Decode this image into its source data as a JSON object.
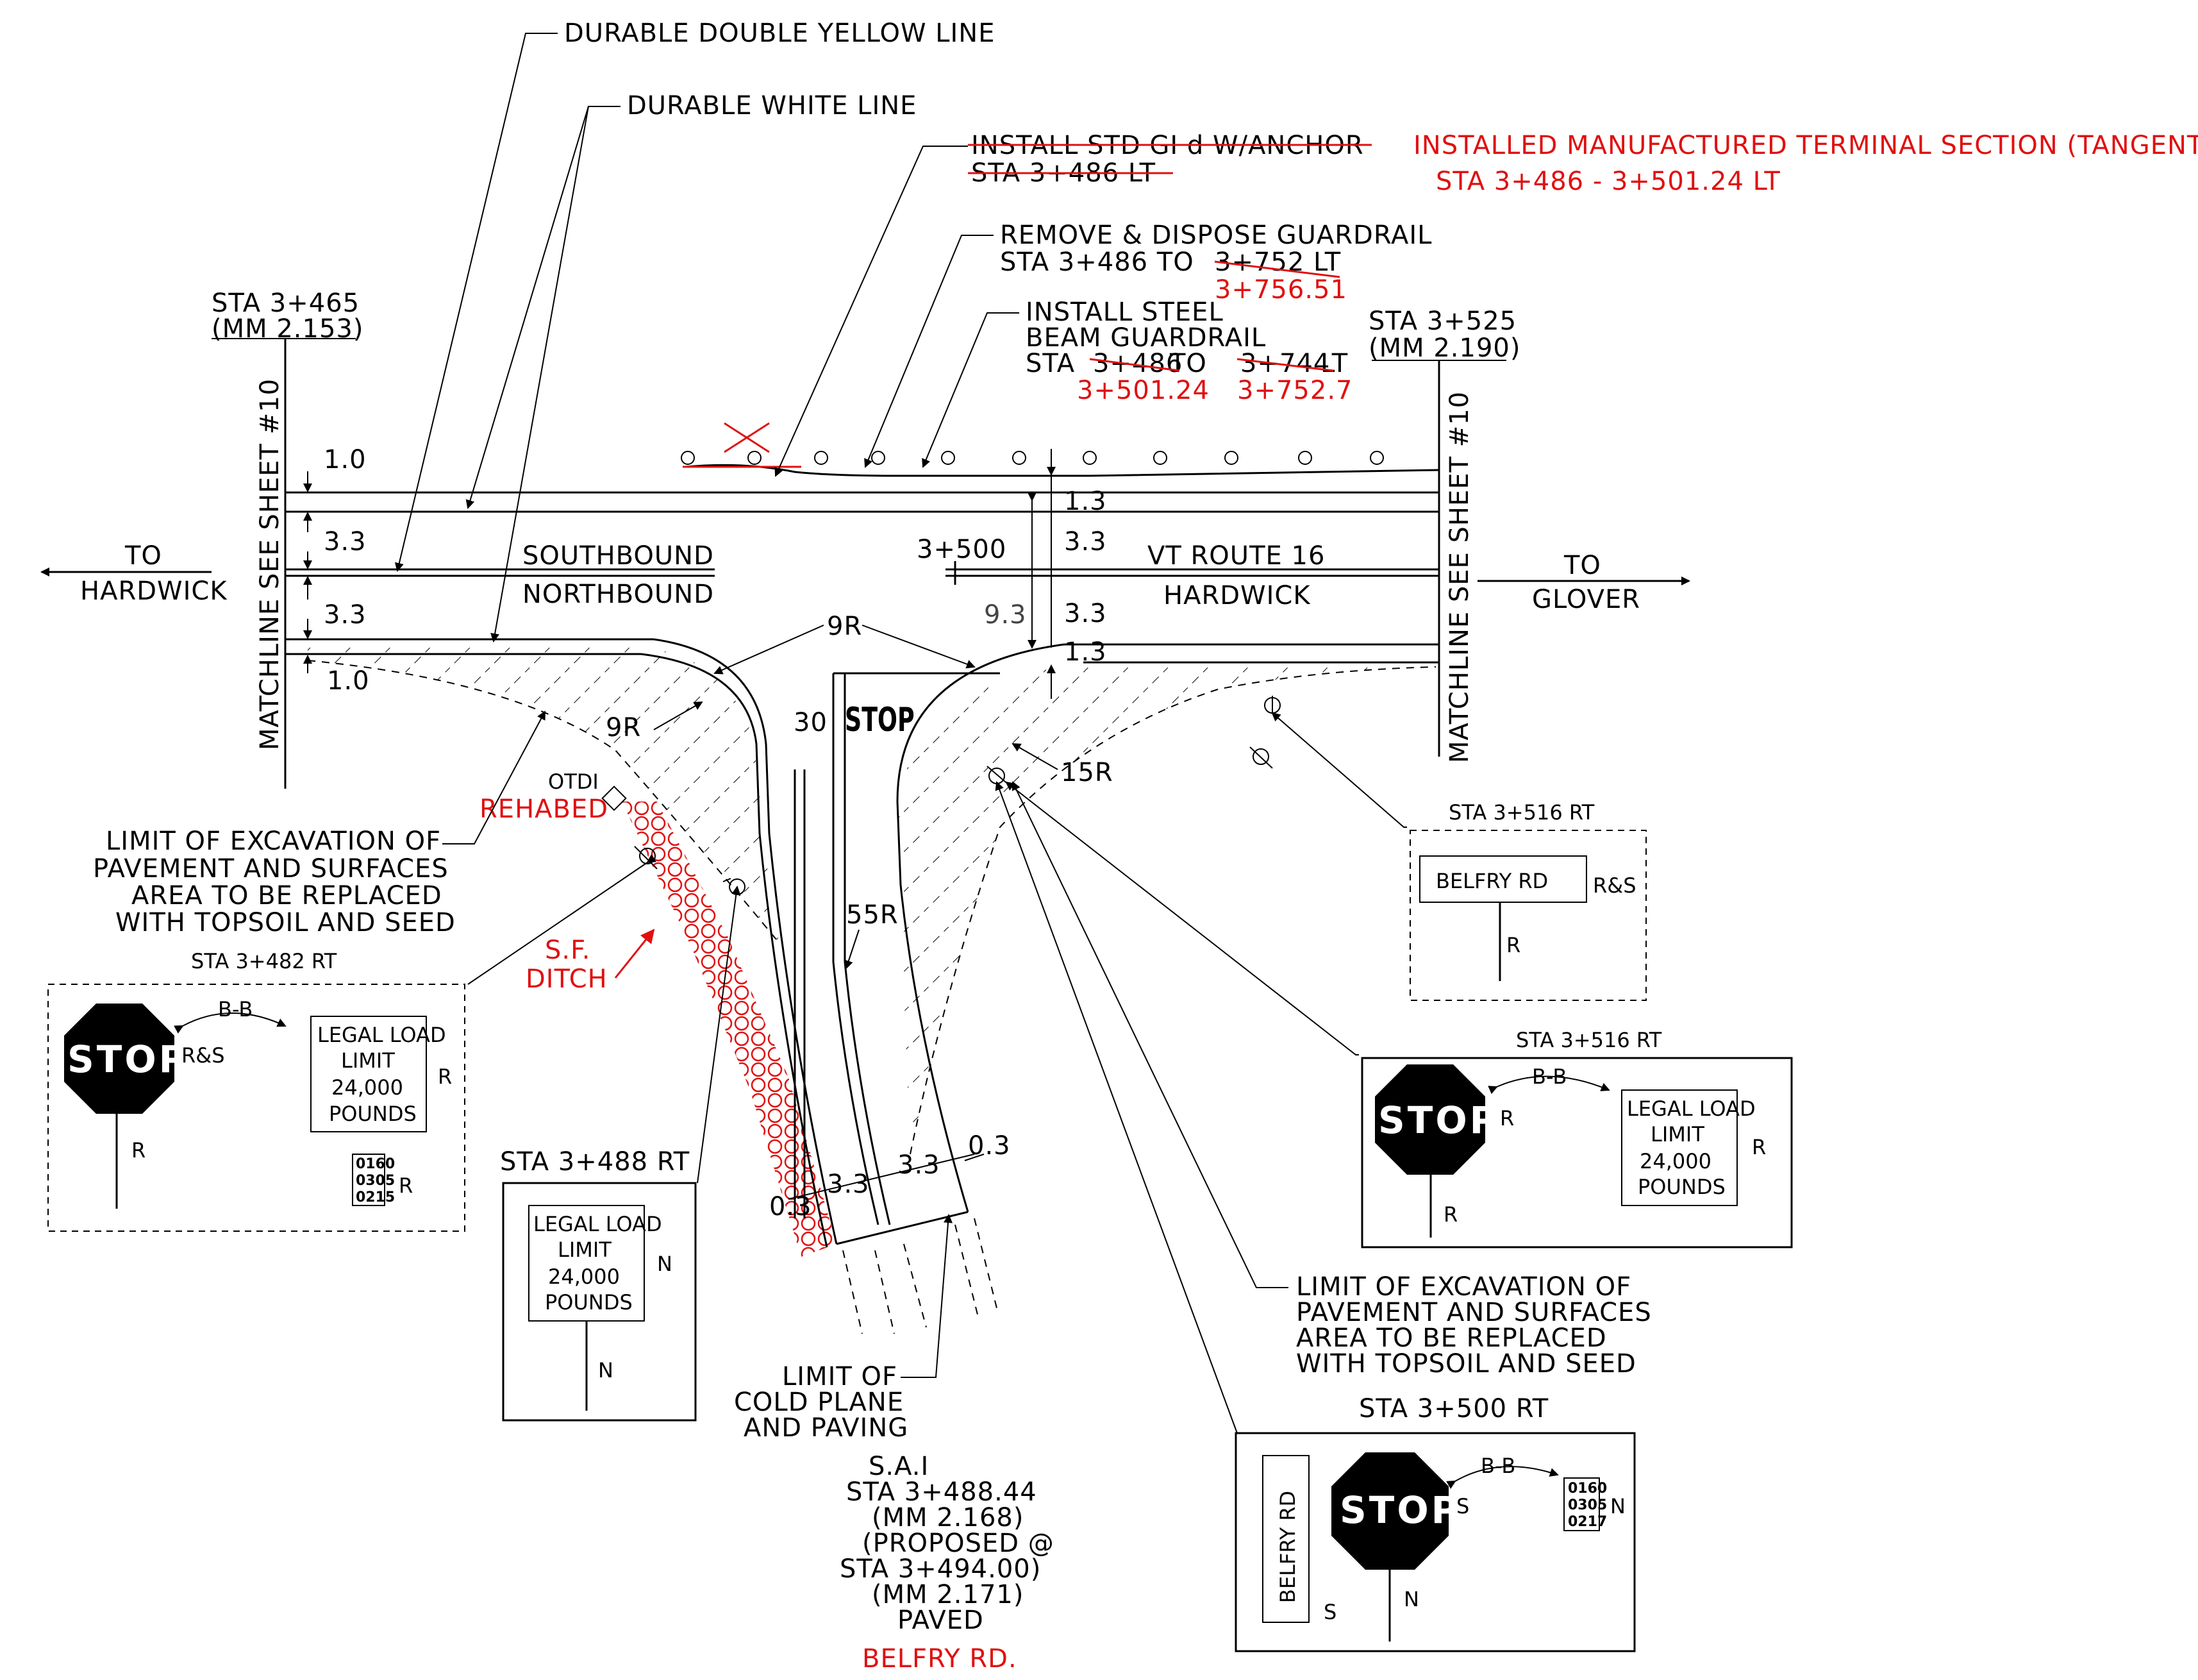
{
  "labels": {
    "durable_double_yellow": "DURABLE DOUBLE YELLOW LINE",
    "durable_white": "DURABLE WHITE LINE",
    "install_std_struck_1": "INSTALL STD GI d W/ANCHOR",
    "install_std_struck_2": "STA 3+486 LT",
    "installed_terminal_1": "INSTALLED MANUFACTURED TERMINAL SECTION (TANGENT)",
    "installed_terminal_2": "STA   3+486  -  3+501.24 LT",
    "remove_guardrail_1": "REMOVE & DISPOSE GUARDRAIL",
    "remove_guardrail_2a": "STA 3+486 TO ",
    "remove_guardrail_2b": "3+752 LT",
    "remove_guardrail_red": "3+756.51",
    "install_steel_1": "INSTALL STEEL",
    "install_steel_2": "BEAM GUARDRAIL",
    "install_steel_3a": "STA ",
    "install_steel_3b": "3+486",
    "install_steel_3c": " TO ",
    "install_steel_3d": "3+744",
    "install_steel_3e": " LT",
    "install_steel_red1": "3+501.24",
    "install_steel_red2": "3+752.7",
    "sta_3465": "STA 3+465",
    "mm_2153": "(MM 2.153)",
    "sta_3525": "STA 3+525",
    "mm_2190": "(MM 2.190)",
    "matchline_left": "MATCHLINE SEE SHEET #10",
    "matchline_right": "MATCHLINE SEE SHEET #10",
    "to_left": "TO",
    "hardwick_left": "HARDWICK",
    "to_right": "TO",
    "glover": "GLOVER",
    "southbound": "SOUTHBOUND",
    "northbound": "NORTHBOUND",
    "sta_3500": "3+500",
    "vt_route": "VT ROUTE 16",
    "hardwick_road": "HARDWICK",
    "dim_1_0_top": "1.0",
    "dim_3_3_a": "3.3",
    "dim_3_3_b": "3.3",
    "dim_1_0_bot": "1.0",
    "dim_1_3_top": "1.3",
    "dim_3_3_c": "3.3",
    "dim_3_3_d": "3.3",
    "dim_9_3": "9.3",
    "dim_1_3_bot": "1.3",
    "r_9r_top": "9R",
    "r_9r_left": "9R",
    "r_15r": "15R",
    "r_55r": "55R",
    "dim_30": "30",
    "stop_pavement": "STOP",
    "otdi": "OTDI",
    "rehabed": "REHABED",
    "limit_excav_left_1": "LIMIT OF EXCAVATION OF",
    "limit_excav_left_2": "PAVEMENT AND SURFACES",
    "limit_excav_left_3": "AREA TO BE REPLACED",
    "limit_excav_left_4": "WITH TOPSOIL AND SEED",
    "sf_ditch_1": "S.F.",
    "sf_ditch_2": "DITCH",
    "sta_3482": "STA 3+482 RT",
    "sta_3488": "STA 3+488 RT",
    "sta_3516_a": "STA 3+516 RT",
    "sta_3516_b": "STA 3+516 RT",
    "sta_3500_rt": "STA 3+500 RT",
    "belfry_rd_sign": "BELFRY RD",
    "rs": "R&S",
    "r": "R",
    "n": "N",
    "s": "S",
    "bb": "B-B",
    "stop_sign": "STOP",
    "legal_load_1": "LEGAL LOAD",
    "legal_load_2": "LIMIT",
    "legal_load_3": "24,000",
    "legal_load_4": "POUNDS",
    "mm_marker_1": "0160",
    "mm_marker_2": "0305",
    "mm_marker_3a": "0215",
    "mm_marker_3b": "0217",
    "dim_0_3_left": "0.3",
    "dim_3_3_e": "3.3",
    "dim_3_3_f": "3.3",
    "dim_0_3_right": "0.3",
    "limit_excav_right_1": "LIMIT OF EXCAVATION OF",
    "limit_excav_right_2": "PAVEMENT AND SURFACES",
    "limit_excav_right_3": "AREA TO BE REPLACED",
    "limit_excav_right_4": "WITH TOPSOIL AND SEED",
    "limit_cold_1": "LIMIT OF",
    "limit_cold_2": "COLD PLANE",
    "limit_cold_3": "AND PAVING",
    "sai_1": "S.A.I",
    "sai_2": "STA 3+488.44",
    "sai_3": "(MM 2.168)",
    "sai_4": "(PROPOSED @",
    "sai_5": "STA 3+494.00)",
    "sai_6": "(MM 2.171)",
    "sai_7": "PAVED",
    "belfry_rd_title": "BELFRY RD."
  },
  "colors": {
    "ink": "#000000",
    "revision_red": "#e01010",
    "background": "#ffffff"
  }
}
